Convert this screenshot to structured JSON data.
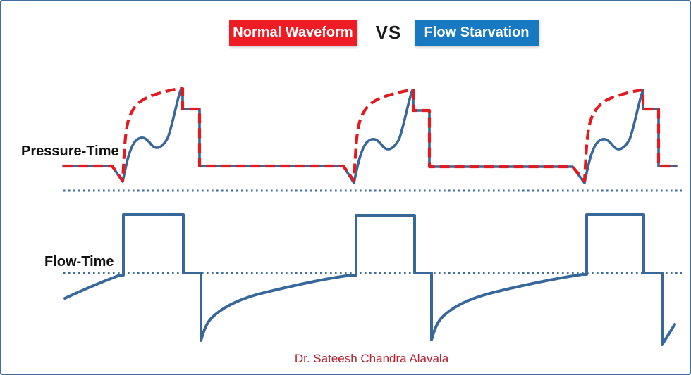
{
  "page": {
    "background": "#ffffff",
    "border_color": "#3e6d9e"
  },
  "header": {
    "left_badge": {
      "label": "Normal Waveform",
      "bg": "#ee1c24",
      "text_color": "#ffffff"
    },
    "vs_label": "VS",
    "right_badge": {
      "label": "Flow Starvation",
      "bg": "#1779c2",
      "text_color": "#ffffff"
    }
  },
  "sections": {
    "pressure_label": "Pressure-Time",
    "flow_label": "Flow-Time"
  },
  "footer": {
    "credit": "Dr. Sateesh Chandra Alavala",
    "color": "#b52230"
  },
  "waveforms": {
    "cycles": 3,
    "normal_trace": {
      "name": "normal-pressure-waveform",
      "color": "#e01b22",
      "style": "dashed"
    },
    "starvation_trace": {
      "name": "flow-starvation-pressure-waveform",
      "color": "#38679a",
      "style": "solid"
    },
    "flow_trace": {
      "name": "flow-time-waveform",
      "color": "#38679a",
      "style": "solid"
    },
    "baseline_color": "#3e6d9e"
  }
}
